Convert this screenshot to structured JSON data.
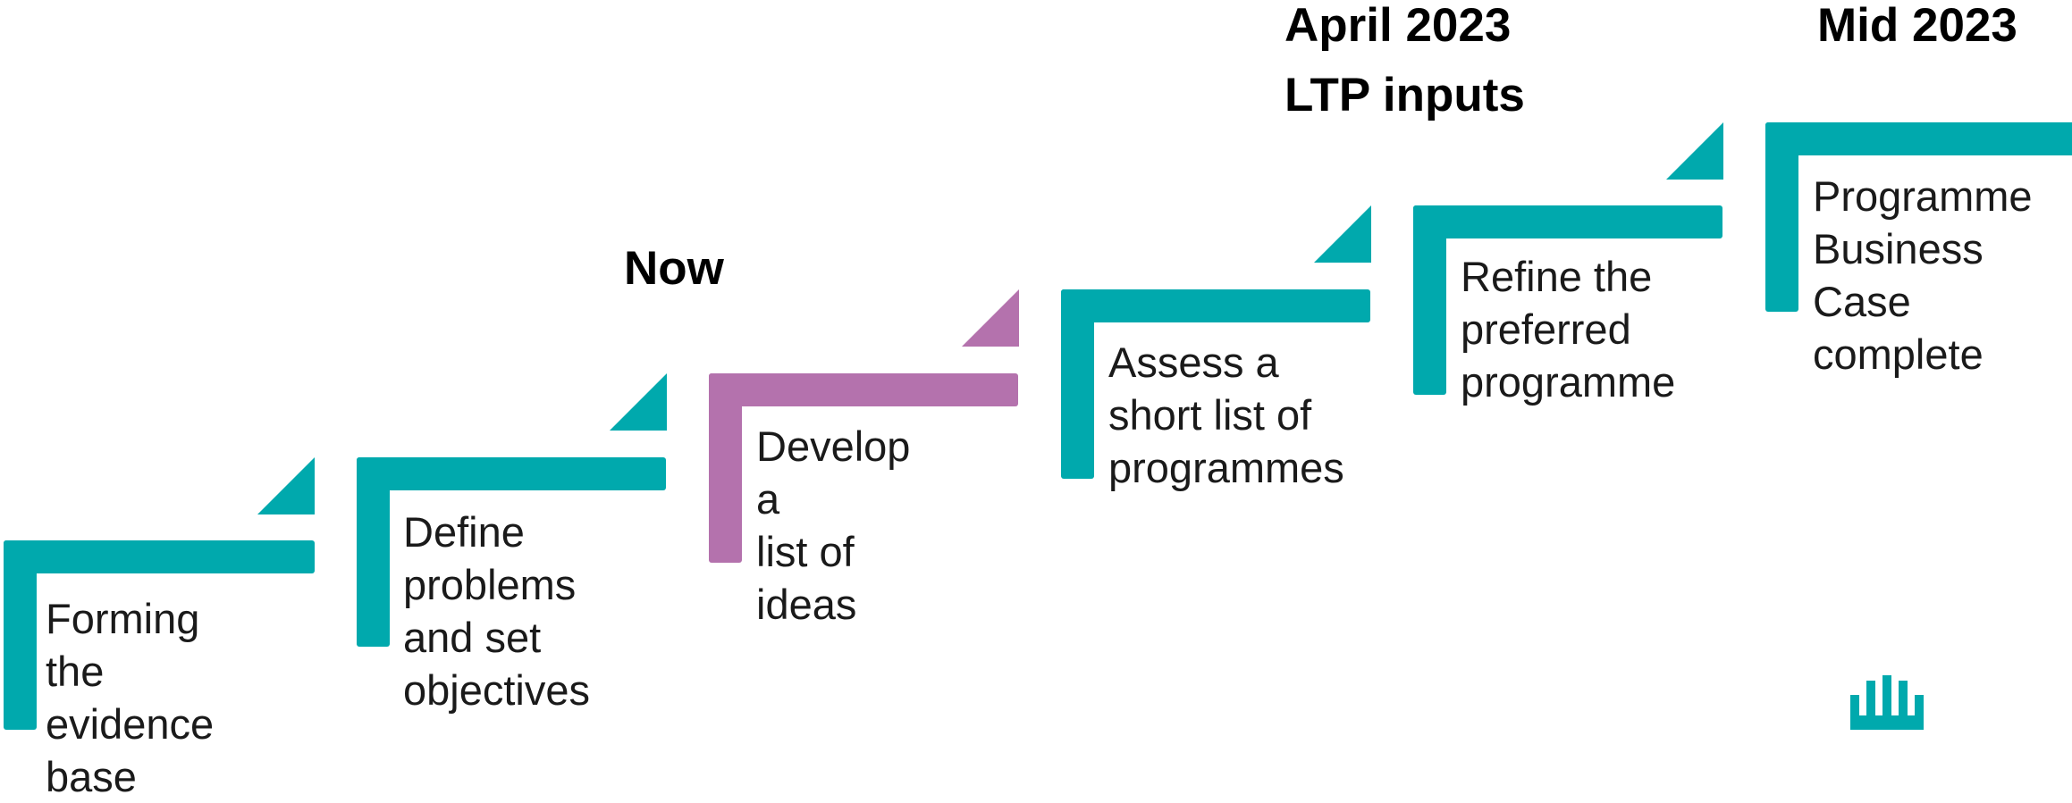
{
  "colors": {
    "teal": "#00a9ad",
    "purple": "#b472ad",
    "text": "#1a1a1a"
  },
  "milestones": {
    "now": "Now",
    "april_2023": "April 2023\nLTP inputs",
    "mid_2023": "Mid 2023"
  },
  "steps": [
    {
      "label": "Forming the\nevidence base",
      "color": "teal"
    },
    {
      "label": "Define\nproblems\nand set\nobjectives",
      "color": "teal"
    },
    {
      "label": "Develop a\nlist of ideas",
      "color": "purple",
      "current": true
    },
    {
      "label": "Assess a\nshort list of\nprogrammes",
      "color": "teal"
    },
    {
      "label": "Refine the\npreferred\nprogramme",
      "color": "teal"
    },
    {
      "label": "Programme\nBusiness\nCase\ncomplete",
      "color": "teal"
    }
  ],
  "logo_icon": "brand-logo-icon"
}
